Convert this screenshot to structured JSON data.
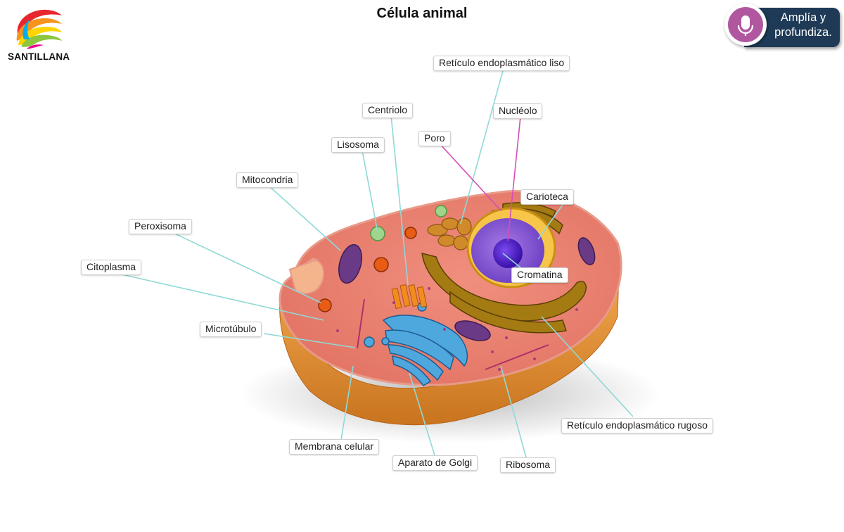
{
  "header": {
    "title": "Célula animal",
    "brand": "SANTILLANA",
    "amplia_button": "Amplía y profundiza."
  },
  "labels": {
    "reticulo_liso": "Retículo endoplasmático liso",
    "centriolo": "Centriolo",
    "nucleolo": "Nucléolo",
    "poro": "Poro",
    "lisosoma": "Lisosoma",
    "mitocondria": "Mitocondria",
    "carioteca": "Carioteca",
    "peroxisoma": "Peroxisoma",
    "citoplasma": "Citoplasma",
    "cromatina": "Cromatina",
    "microtubulo": "Microtúbulo",
    "reticulo_rugoso": "Retículo endoplasmático rugoso",
    "membrana": "Membrana celular",
    "golgi": "Aparato de Golgi",
    "ribosoma": "Ribosoma"
  },
  "colors": {
    "leader_line": "#8fd9d6",
    "leader_line_pink": "#d44fb8",
    "amplia_accent": "#b0579f",
    "amplia_dark": "#1e3a56"
  },
  "icons": {
    "microphone": "microphone-icon",
    "logo": "santillana-logo"
  }
}
